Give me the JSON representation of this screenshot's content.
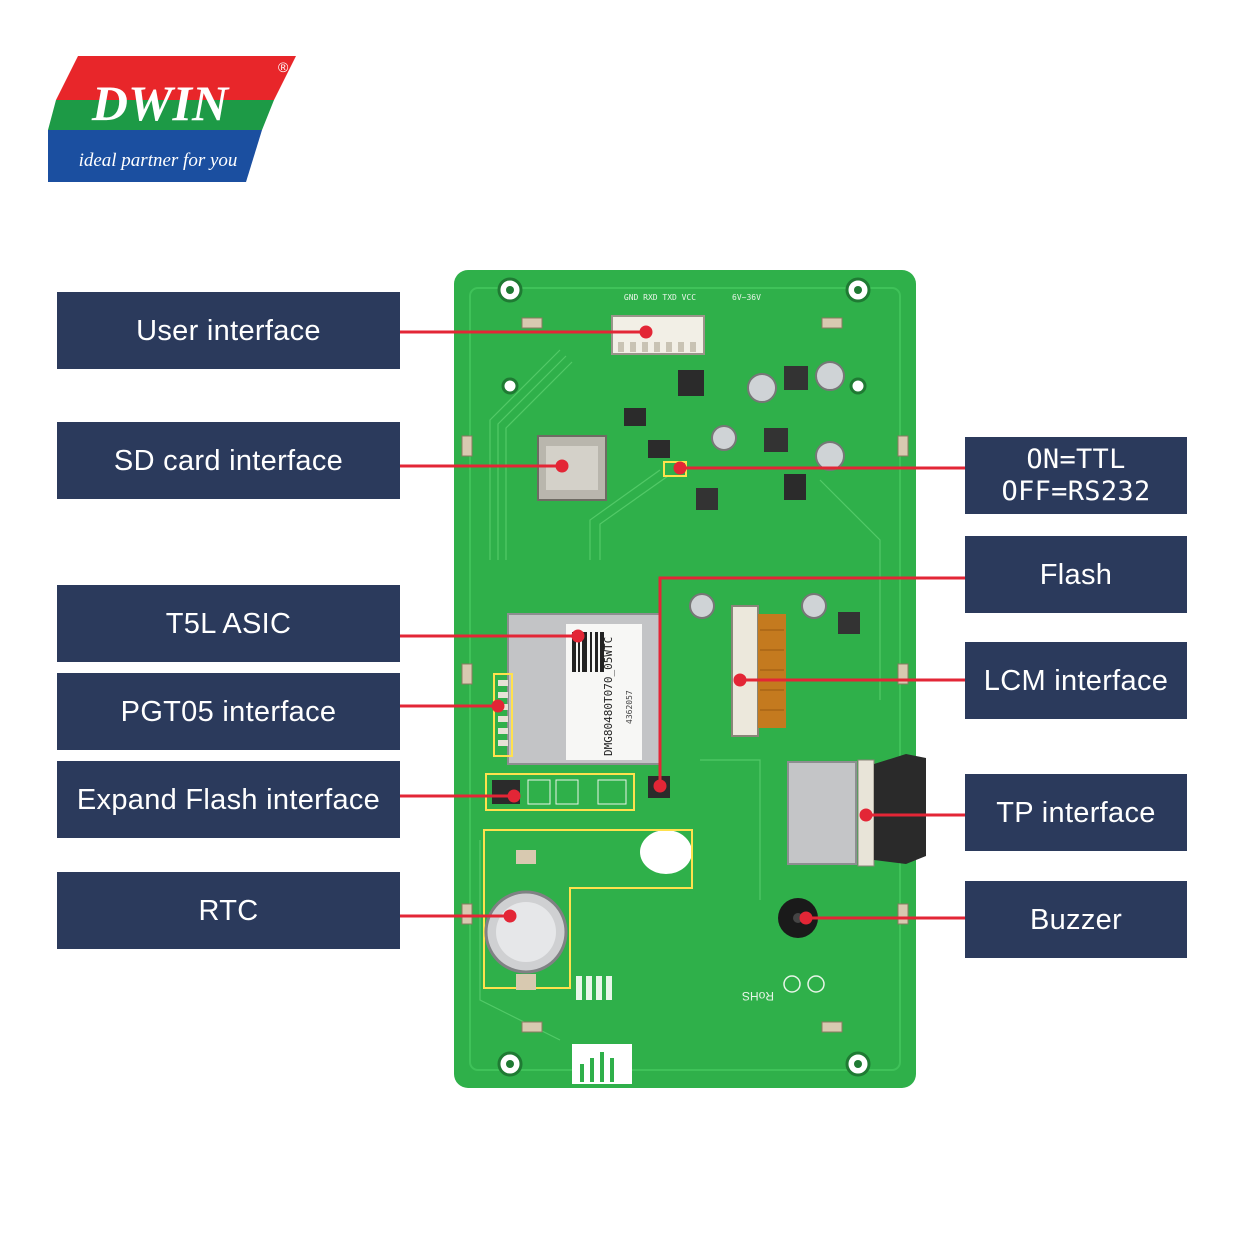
{
  "logo": {
    "brand": "DWIN",
    "registered": "®",
    "tagline": "ideal partner for you",
    "colors": {
      "red": "#e8262a",
      "green": "#1d9a46",
      "blue": "#1b4fa0"
    }
  },
  "board": {
    "pcb_color": "#2fb04a",
    "sticker_text": "DMG80480T070_05WTC",
    "sticker_sub": "4362057",
    "silk_texts": {
      "connector": "GND RXD TXD VCC",
      "vin": "6V~36V",
      "rohs": "RoHS"
    }
  },
  "labels": {
    "left": [
      {
        "text": "User interface"
      },
      {
        "text": "SD card interface"
      },
      {
        "text": "T5L ASIC"
      },
      {
        "text": "PGT05 interface"
      },
      {
        "text": "Expand Flash interface"
      },
      {
        "text": "RTC"
      }
    ],
    "right": [
      {
        "text": "ON=TTL",
        "text2": "OFF=RS232"
      },
      {
        "text": "Flash"
      },
      {
        "text": "LCM interface"
      },
      {
        "text": "TP interface"
      },
      {
        "text": "Buzzer"
      }
    ]
  },
  "line_color": "#e32636",
  "label_bg": "#2b3a5c"
}
